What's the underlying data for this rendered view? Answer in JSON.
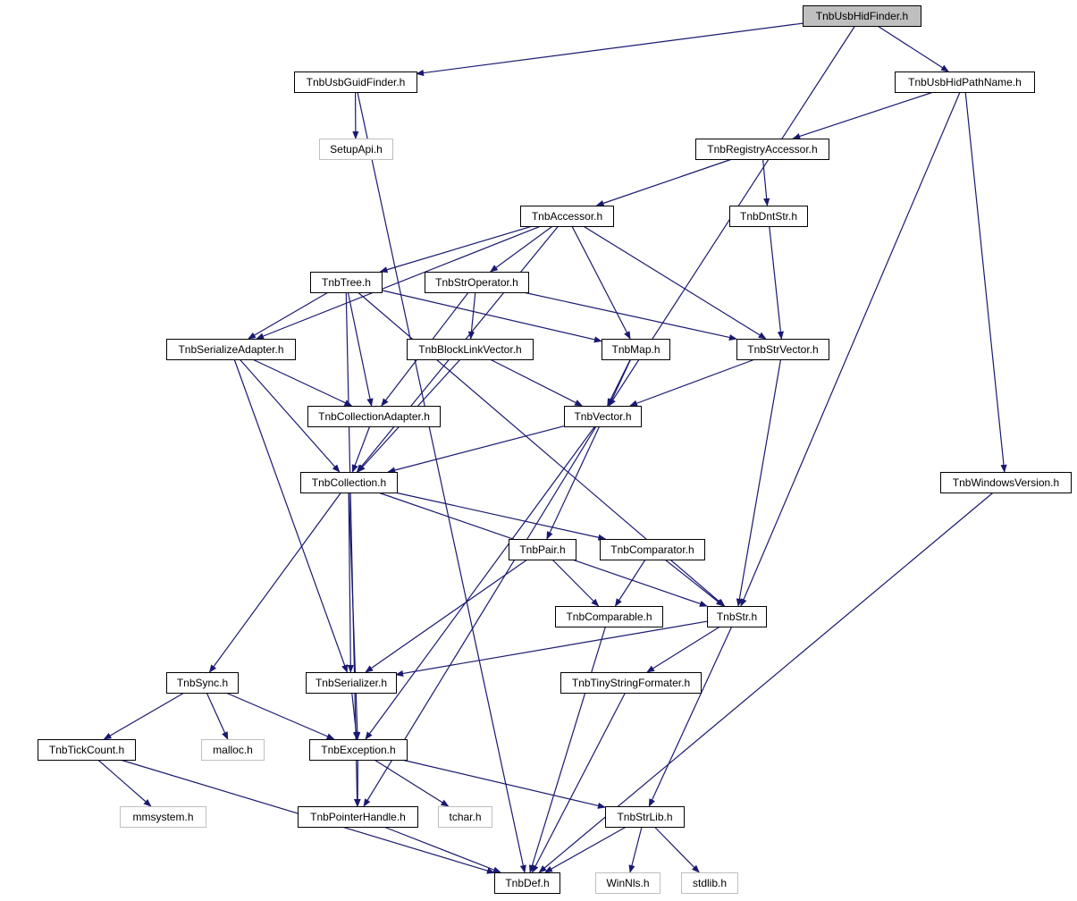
{
  "colors": {
    "edge": "#191970",
    "node_border": "#000000",
    "external_border": "#bfbfbf",
    "root_fill": "#bfbfbf",
    "background": "#ffffff"
  },
  "nodes": {
    "usb_hid_finder": "TnbUsbHidFinder.h",
    "usb_guid_finder": "TnbUsbGuidFinder.h",
    "usb_hid_path_name": "TnbUsbHidPathName.h",
    "setupapi": "SetupApi.h",
    "registry_accessor": "TnbRegistryAccessor.h",
    "accessor": "TnbAccessor.h",
    "dnt_str": "TnbDntStr.h",
    "tree": "TnbTree.h",
    "str_operator": "TnbStrOperator.h",
    "serialize_adapter": "TnbSerializeAdapter.h",
    "block_link_vector": "TnbBlockLinkVector.h",
    "map": "TnbMap.h",
    "str_vector": "TnbStrVector.h",
    "collection_adapter": "TnbCollectionAdapter.h",
    "vector": "TnbVector.h",
    "collection": "TnbCollection.h",
    "windows_version": "TnbWindowsVersion.h",
    "pair": "TnbPair.h",
    "comparator": "TnbComparator.h",
    "comparable": "TnbComparable.h",
    "str": "TnbStr.h",
    "sync": "TnbSync.h",
    "serializer": "TnbSerializer.h",
    "tiny_string_formater": "TnbTinyStringFormater.h",
    "tick_count": "TnbTickCount.h",
    "malloc": "malloc.h",
    "exception": "TnbException.h",
    "mmsystem": "mmsystem.h",
    "pointer_handle": "TnbPointerHandle.h",
    "tchar": "tchar.h",
    "str_lib": "TnbStrLib.h",
    "def": "TnbDef.h",
    "winnls": "WinNls.h",
    "stdlib": "stdlib.h"
  },
  "edges": [
    [
      "usb_hid_finder",
      "usb_guid_finder"
    ],
    [
      "usb_hid_finder",
      "usb_hid_path_name"
    ],
    [
      "usb_hid_finder",
      "vector"
    ],
    [
      "usb_guid_finder",
      "setupapi"
    ],
    [
      "usb_guid_finder",
      "def"
    ],
    [
      "usb_hid_path_name",
      "registry_accessor"
    ],
    [
      "usb_hid_path_name",
      "str"
    ],
    [
      "usb_hid_path_name",
      "windows_version"
    ],
    [
      "registry_accessor",
      "accessor"
    ],
    [
      "registry_accessor",
      "dnt_str"
    ],
    [
      "accessor",
      "tree"
    ],
    [
      "accessor",
      "str_operator"
    ],
    [
      "accessor",
      "serialize_adapter"
    ],
    [
      "accessor",
      "map"
    ],
    [
      "accessor",
      "str_vector"
    ],
    [
      "accessor",
      "collection"
    ],
    [
      "dnt_str",
      "str_vector"
    ],
    [
      "tree",
      "serialize_adapter"
    ],
    [
      "tree",
      "collection_adapter"
    ],
    [
      "tree",
      "map"
    ],
    [
      "tree",
      "str"
    ],
    [
      "tree",
      "pointer_handle"
    ],
    [
      "str_operator",
      "block_link_vector"
    ],
    [
      "str_operator",
      "collection_adapter"
    ],
    [
      "str_operator",
      "str_vector"
    ],
    [
      "serialize_adapter",
      "collection_adapter"
    ],
    [
      "serialize_adapter",
      "collection"
    ],
    [
      "serialize_adapter",
      "serializer"
    ],
    [
      "block_link_vector",
      "vector"
    ],
    [
      "block_link_vector",
      "collection"
    ],
    [
      "map",
      "vector"
    ],
    [
      "map",
      "pair"
    ],
    [
      "str_vector",
      "vector"
    ],
    [
      "str_vector",
      "str"
    ],
    [
      "collection_adapter",
      "collection"
    ],
    [
      "vector",
      "collection"
    ],
    [
      "vector",
      "exception"
    ],
    [
      "vector",
      "pointer_handle"
    ],
    [
      "collection",
      "comparator"
    ],
    [
      "collection",
      "str"
    ],
    [
      "collection",
      "sync"
    ],
    [
      "collection",
      "serializer"
    ],
    [
      "collection",
      "exception"
    ],
    [
      "windows_version",
      "def"
    ],
    [
      "pair",
      "comparable"
    ],
    [
      "pair",
      "serializer"
    ],
    [
      "comparator",
      "comparable"
    ],
    [
      "comparator",
      "str"
    ],
    [
      "comparable",
      "def"
    ],
    [
      "str",
      "serializer"
    ],
    [
      "str",
      "tiny_string_formater"
    ],
    [
      "str",
      "str_lib"
    ],
    [
      "sync",
      "tick_count"
    ],
    [
      "sync",
      "malloc"
    ],
    [
      "sync",
      "exception"
    ],
    [
      "serializer",
      "exception"
    ],
    [
      "tiny_string_formater",
      "def"
    ],
    [
      "tick_count",
      "mmsystem"
    ],
    [
      "tick_count",
      "def"
    ],
    [
      "exception",
      "pointer_handle"
    ],
    [
      "exception",
      "tchar"
    ],
    [
      "exception",
      "str_lib"
    ],
    [
      "pointer_handle",
      "def"
    ],
    [
      "str_lib",
      "def"
    ],
    [
      "str_lib",
      "winnls"
    ],
    [
      "str_lib",
      "stdlib"
    ]
  ]
}
